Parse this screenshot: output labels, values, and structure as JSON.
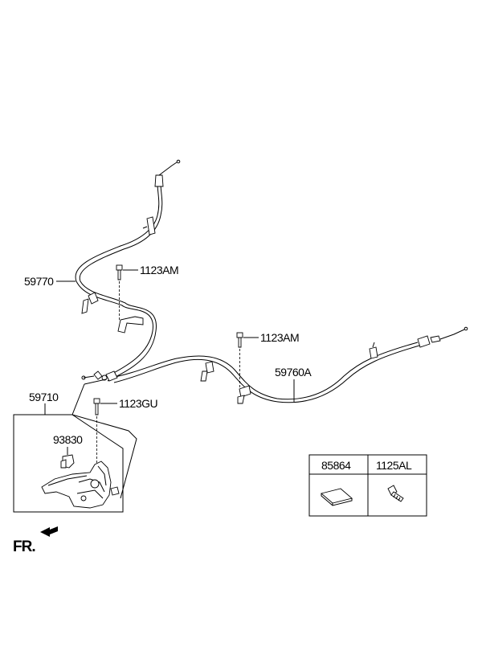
{
  "labels": {
    "rear_cable_left": "59770",
    "rear_cable_right": "59760A",
    "lever_assembly": "59710",
    "switch": "93830",
    "bolt_upper_left": "1123AM",
    "bolt_upper_right": "1123AM",
    "bolt_lever": "1123GU"
  },
  "front_indicator": "FR.",
  "parts_table": {
    "headers": [
      "85864",
      "1125AL"
    ],
    "icons": [
      "pad-icon",
      "screw-icon"
    ]
  }
}
